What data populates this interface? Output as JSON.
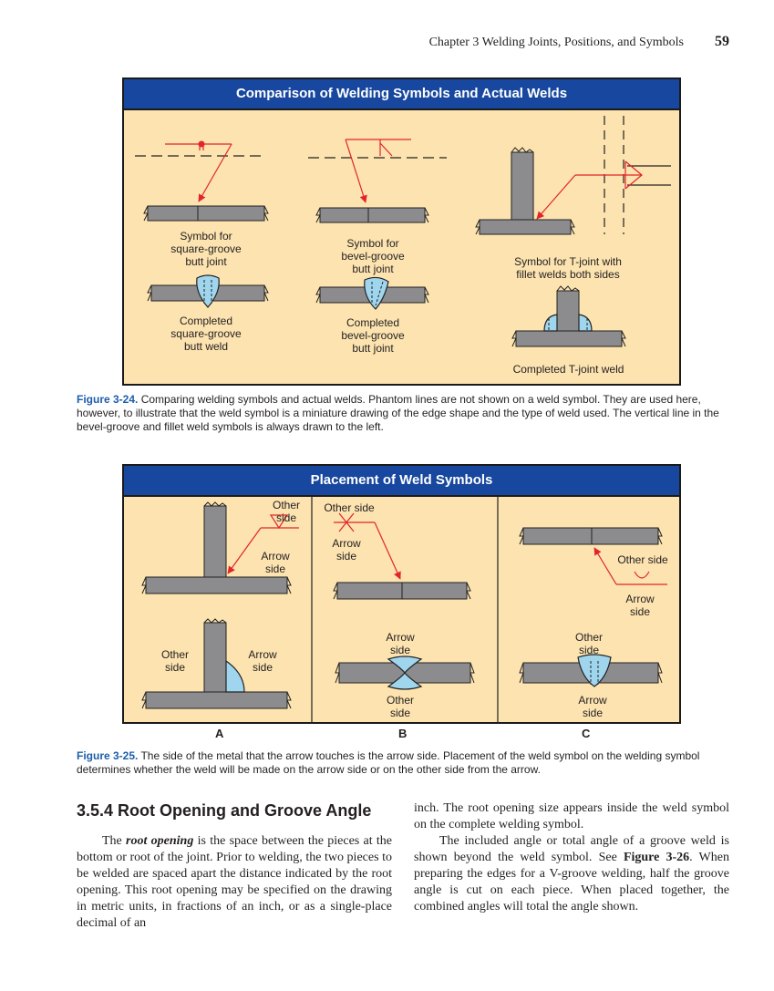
{
  "header": {
    "chapter": "Chapter 3   Welding Joints, Positions, and Symbols",
    "page_number": "59"
  },
  "figure_324": {
    "title": "Comparison of Welding Symbols and Actual Welds",
    "labels": {
      "sym_square": "Symbol for\nsquare-groove\nbutt joint",
      "sym_bevel": "Symbol for\nbevel-groove\nbutt joint",
      "sym_tjoint": "Symbol for T-joint with\nfillet welds both sides",
      "comp_square": "Completed\nsquare-groove\nbutt weld",
      "comp_bevel": "Completed\nbevel-groove\nbutt joint",
      "comp_tjoint": "Completed T-joint weld"
    },
    "caption_number": "Figure 3-24.",
    "caption_text": " Comparing welding symbols and actual welds. Phantom lines are not shown on a weld symbol. They are used here, however, to illustrate that the weld symbol is a miniature drawing of the edge shape and the type of weld used. The vertical line in the bevel-groove and fillet weld symbols is always drawn to the left."
  },
  "figure_325": {
    "title": "Placement of Weld Symbols",
    "labels": {
      "a_other_top": "Other\nside",
      "a_arrow_top": "Arrow\nside",
      "a_other_bot": "Other\nside",
      "a_arrow_bot": "Arrow\nside",
      "b_other_top": "Other side",
      "b_arrow_top": "Arrow\nside",
      "b_arrow_mid": "Arrow\nside",
      "b_other_bot": "Other\nside",
      "c_other_top": "Other side",
      "c_arrow_top": "Arrow\nside",
      "c_other_bot": "Other\nside",
      "c_arrow_bot": "Arrow\nside"
    },
    "columns": [
      "A",
      "B",
      "C"
    ],
    "caption_number": "Figure 3-25.",
    "caption_text": " The side of the metal that the arrow touches is the arrow side. Placement of the weld symbol on the welding symbol determines whether the weld will be made on the arrow side or on the other side from the arrow."
  },
  "section": {
    "heading": "3.5.4 Root Opening and Groove Angle",
    "p1_start": "The ",
    "p1_term": "root opening",
    "p1_rest": " is the space between the pieces at the bottom or root of the joint. Prior to welding, the two pieces to be welded are spaced apart the distance indicated by the root opening. This root opening may be specified on the drawing in metric units, in fractions of an inch, or as a single-place decimal of an",
    "p1_cont": "inch. The root opening size appears inside the weld symbol on the complete welding symbol.",
    "p2_start": "The included angle or total angle of a groove weld is shown beyond the weld symbol. See ",
    "p2_ref": "Figure 3-26",
    "p2_rest": ". When preparing the edges for a V-groove welding, half the groove angle is cut on each piece. When placed together, the combined angles will total the angle shown."
  },
  "colors": {
    "title_bar": "#17479e",
    "figure_bg": "#fce3b0",
    "metal": "#8c8c8f",
    "weld": "#9fd6ee",
    "arrow_line": "#e3242b",
    "caption_label": "#1c5eab"
  }
}
